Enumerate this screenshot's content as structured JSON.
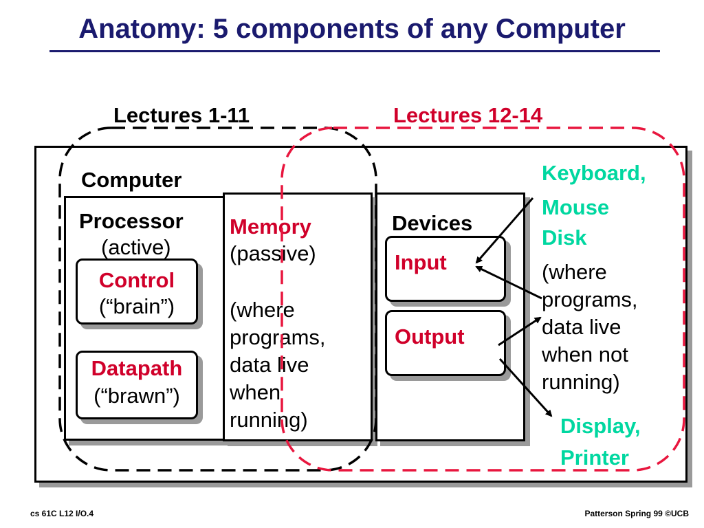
{
  "title": "Anatomy: 5 components of any Computer",
  "lectures": {
    "left": "Lectures 1-11",
    "right": "Lectures 12-14"
  },
  "computer_label": "Computer",
  "processor": {
    "label": "Processor",
    "note": "(active)",
    "control": {
      "label": "Control",
      "note": "(“brain”)"
    },
    "datapath": {
      "label": "Datapath",
      "note": "(“brawn”)"
    }
  },
  "memory": {
    "label": "Memory",
    "note": "(passive)",
    "desc": [
      "(where",
      "programs,",
      "data live",
      "when",
      "running)"
    ]
  },
  "devices": {
    "label": "Devices",
    "input": "Input",
    "output": "Output"
  },
  "peripherals": {
    "input_devices": [
      "Keyboard,",
      "Mouse"
    ],
    "disk": "Disk",
    "disk_desc": [
      "(where",
      "programs,",
      "data live",
      "when not",
      "running)"
    ],
    "output_devices": [
      "Display,",
      "Printer"
    ]
  },
  "footer": {
    "left": "cs 61C  L12  I/O.4",
    "right": "Patterson Spring 99  ©UCB"
  },
  "colors": {
    "title": "#1a1a6e",
    "accent_red": "#d0002a",
    "peripheral_cyan": "#00d7a0",
    "shadow": "#9a9a9a"
  }
}
